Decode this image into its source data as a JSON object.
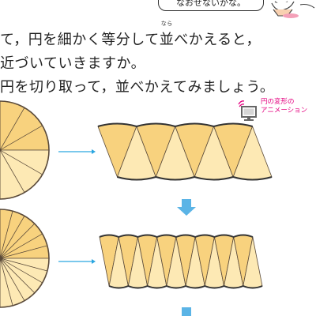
{
  "bubble": {
    "text": "なおせないかな。"
  },
  "text_lines": [
    "て，円を細かく等分して",
    "近づいていきますか。",
    "円を切り取って，並べかえてみましょう。"
  ],
  "line1_tail": "べかえると，",
  "ruby": {
    "base": "並",
    "reading": "なら"
  },
  "animation_link": {
    "line1": "円の変形の",
    "line2": "アニメーション",
    "icon": "monitor-icon"
  },
  "colors": {
    "fill_dark": "#f8d27e",
    "fill_light": "#fde9b4",
    "stroke": "#5a4a3a",
    "arrow_blue": "#2aa6e0",
    "down_arrow": "#5bb4e6",
    "accent_pink": "#e4007f"
  },
  "figures": [
    {
      "name": "circle-12-pieces",
      "sectors": 12,
      "strip_pieces": 8
    },
    {
      "name": "circle-24-pieces",
      "sectors": 24,
      "strip_pieces": 16
    }
  ]
}
